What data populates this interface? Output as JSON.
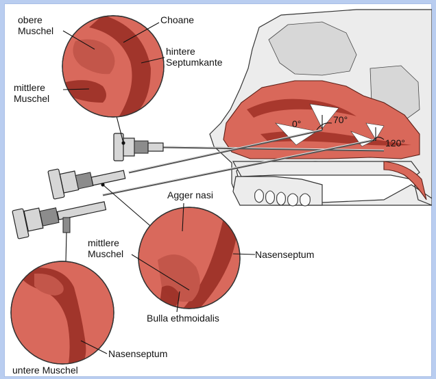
{
  "labels": {
    "circle_top": {
      "obere_muschel": [
        "obere",
        "Muschel"
      ],
      "choane": "Choane",
      "hintere_septumkante": [
        "hintere",
        "Septumkante"
      ],
      "mittlere_muschel": [
        "mittlere",
        "Muschel"
      ]
    },
    "circle_middle": {
      "agger_nasi": "Agger nasi",
      "mittlere_muschel": [
        "mittlere",
        "Muschel"
      ],
      "nasenseptum": "Nasenseptum",
      "bulla_ethmoidalis": "Bulla ethmoidalis"
    },
    "circle_bottom": {
      "nasenseptum": "Nasenseptum",
      "untere_muschel": "untere Muschel"
    },
    "angles": {
      "zero": "0°",
      "seventy": "70°",
      "onetwenty": "120°"
    }
  },
  "colors": {
    "tissue": "#d9685a",
    "tissue_dark": "#a8382d",
    "bone": "#ececec",
    "background": "#b9cdf0"
  }
}
